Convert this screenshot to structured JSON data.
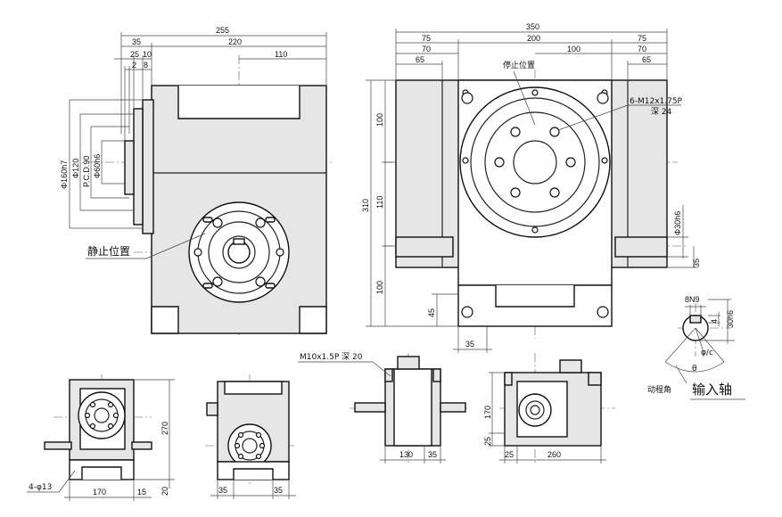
{
  "labels": {
    "stop_position_left": "静止位置",
    "stop_position_top": "停止位置",
    "bolt_spec": "6-M12x1.75P",
    "bolt_depth": "深 24",
    "m10_spec": "M10x1.5P 深 20",
    "four_holes": "4-φ13",
    "moving_angle": "动程角",
    "input_shaft": "输入轴",
    "key_width": "8N9",
    "phi_c": "φ/c",
    "theta": "θ"
  },
  "dims_front": {
    "d255": "255",
    "d35": "35",
    "d220": "220",
    "d25": "25",
    "d10": "10",
    "d2": "2",
    "d8": "8",
    "d110": "110",
    "phi160": "Φ160h7",
    "phi120": "Φ120",
    "pcd90": "P.C.D.90",
    "phi60": "Φ60h6"
  },
  "dims_side": {
    "d350": "350",
    "d75a": "75",
    "d200": "200",
    "d75b": "75",
    "d70a": "70",
    "d70b": "70",
    "d65a": "65",
    "d100": "100",
    "d65b": "65",
    "v310": "310",
    "v100a": "100",
    "v110": "110",
    "v100b": "100",
    "v45": "45",
    "d35": "35",
    "phi30": "Φ30h6",
    "v35": "35"
  },
  "dims_key": {
    "d4": "4",
    "d30": "30h6"
  },
  "dims_small": {
    "v270": "270",
    "d170a": "170",
    "d15": "15",
    "v20": "20",
    "d35a": "35",
    "d35b": "35",
    "v170": "170",
    "d130": "130",
    "d35c": "35",
    "v25": "25",
    "d25": "25",
    "d260": "260"
  }
}
